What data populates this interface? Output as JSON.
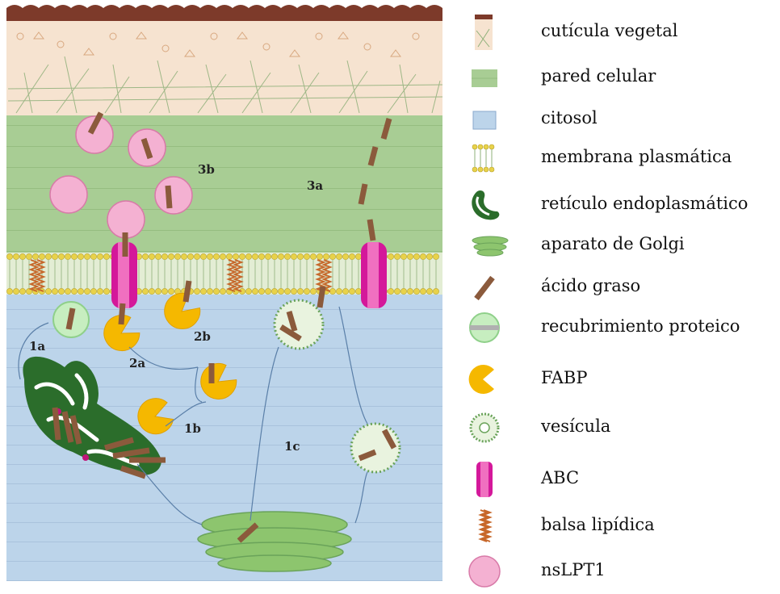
{
  "diagram": {
    "step_labels": {
      "s1a": "1a",
      "s1b": "1b",
      "s1c": "1c",
      "s2a": "2a",
      "s2b": "2b",
      "s3a": "3a",
      "s3b": "3b"
    },
    "colors": {
      "cuticle": "#f6e3d0",
      "cell_wall": "#a8cd94",
      "cytosol": "#bcd4ea",
      "membrane_head": "#e8d24a",
      "er": "#2b6d2b",
      "golgi": "#8dc56e",
      "fatty_acid": "#8b5a3c",
      "fabp": "#f5b800",
      "abc": "#d4189a",
      "nslpt1": "#f4b1d2",
      "protein_coat": "#c7eec0",
      "vesicle": "#6aa35a",
      "lipid_raft": "#c7672a"
    }
  },
  "legend": {
    "items": [
      {
        "icon": "plant-cuticle-icon",
        "label": "cutícula vegetal"
      },
      {
        "icon": "cell-wall-icon",
        "label": "pared celular"
      },
      {
        "icon": "cytosol-icon",
        "label": "citosol"
      },
      {
        "icon": "plasma-membrane-icon",
        "label": "membrana plasmática"
      },
      {
        "icon": "endoplasmic-reticulum-icon",
        "label": "retículo endoplasmático"
      },
      {
        "icon": "golgi-apparatus-icon",
        "label": "aparato de Golgi"
      },
      {
        "icon": "fatty-acid-icon",
        "label": "ácido graso"
      },
      {
        "icon": "protein-coat-icon",
        "label": "recubrimiento proteico"
      },
      {
        "icon": "fabp-icon",
        "label": "FABP"
      },
      {
        "icon": "vesicle-icon",
        "label": "vesícula"
      },
      {
        "icon": "abc-transporter-icon",
        "label": "ABC"
      },
      {
        "icon": "lipid-raft-icon",
        "label": "balsa lipídica"
      },
      {
        "icon": "nslpt1-icon",
        "label": "nsLPT1"
      }
    ]
  }
}
